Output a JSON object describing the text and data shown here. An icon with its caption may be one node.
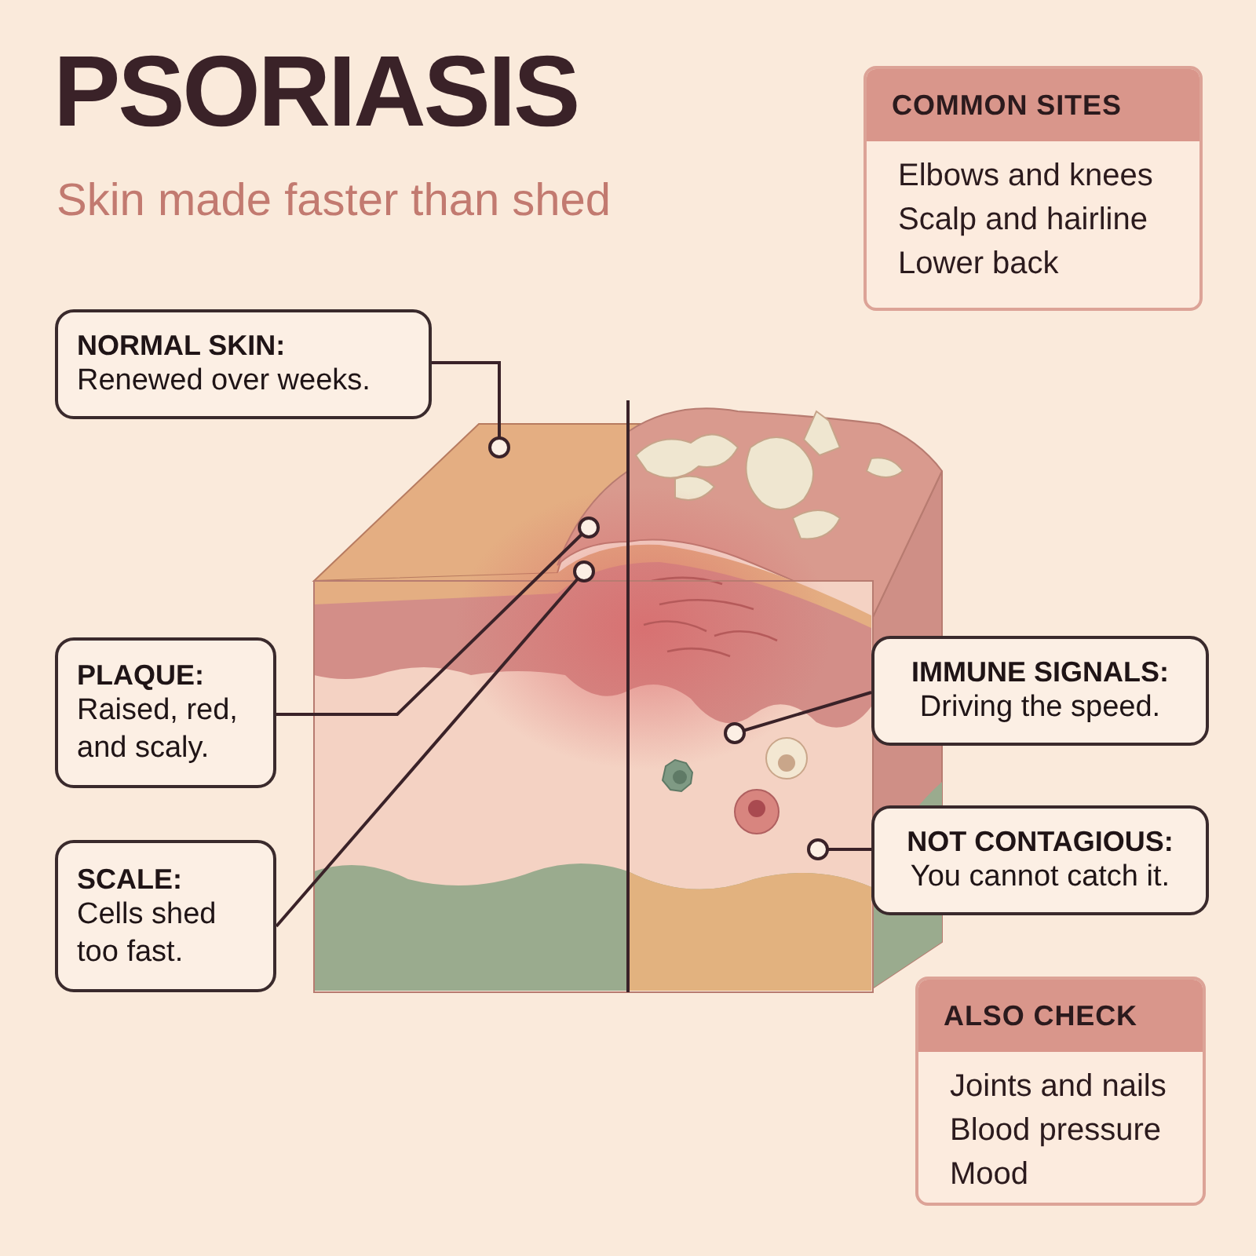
{
  "diagram": {
    "title": "PSORIASIS",
    "nodes": [
      {
        "text": [
          "COMMON SITES",
          "Elbows and knees",
          "Scalp and hairline",
          "Lower back"
        ]
      },
      {
        "text": [
          "NORMAL SKIN:",
          "Renewed over weeks."
        ]
      },
      {
        "text": [
          "PLAQUE:",
          "Raised, red, and scaly."
        ]
      },
      {
        "text": [
          "SCALE:",
          "Cells shed too fast."
        ]
      },
      {
        "text": [
          "IMMUNE SIGNALS:",
          "Driving the speed."
        ]
      },
      {
        "text": [
          "NOT CONTAGIOUS:",
          "You cannot catch it."
        ]
      },
      {
        "text": [
          "ALSO CHECK",
          "Joints and nails",
          "Blood pressure",
          "Mood"
        ]
      }
    ],
    "edges": [
      {
        "from": 1,
        "to": null,
        "arrow": "other"
      },
      {
        "from": 2,
        "to": null,
        "arrow": "other"
      },
      {
        "from": 3,
        "to": null,
        "arrow": "other"
      },
      {
        "from": 4,
        "to": null,
        "arrow": "other"
      },
      {
        "from": 5,
        "to": null,
        "arrow": "other"
      }
    ],
    "labels": [
      "Skin made faster than shed"
    ]
  }
}
